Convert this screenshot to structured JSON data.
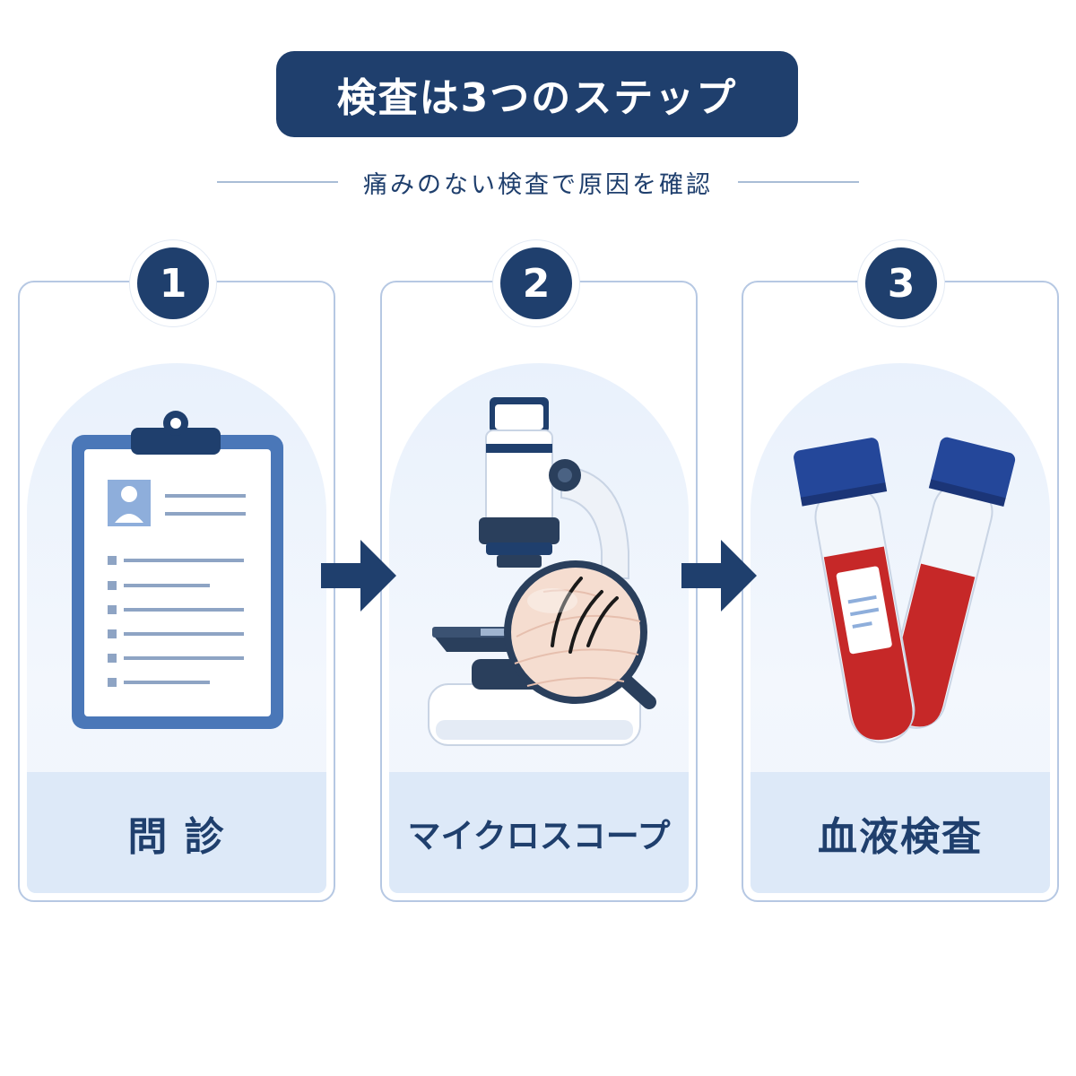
{
  "header": {
    "title": "検査は3つのステップ",
    "subtitle": "痛みのない検査で原因を確認"
  },
  "steps": [
    {
      "number": "1",
      "label": "問 診",
      "icon": "clipboard-icon"
    },
    {
      "number": "2",
      "label": "マイクロスコープ",
      "icon": "microscope-icon"
    },
    {
      "number": "3",
      "label": "血液検査",
      "icon": "blood-test-tubes-icon"
    }
  ],
  "colors": {
    "navy": "#1f3f6d",
    "card_border": "#b6c8e3",
    "card_fill": "#e9f1fc",
    "label_band": "#dde9f8",
    "blood_red": "#c62828"
  }
}
